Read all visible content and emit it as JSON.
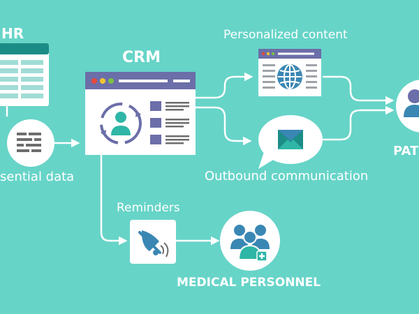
{
  "labels": {
    "ehr": "HR",
    "essential_data": "sential data",
    "crm": "CRM",
    "personalized_content": "Personalized content",
    "outbound_communication": "Outbound communication",
    "patient": "PAT",
    "reminders": "Reminders",
    "medical_personnel": "MEDICAL PERSONNEL"
  },
  "colors": {
    "background": "#67d4c8",
    "dark_teal": "#1c8c87",
    "text_white": "#ffffff",
    "window_bar": "#6b6ea8",
    "panel_white": "#ffffff",
    "icon_blue": "#3a87b4",
    "gray_block": "#6d6d6d",
    "accent_green": "#2fb6a6"
  },
  "icons": {
    "crm_window_icon": "crm-window-icon",
    "refresh_user_icon": "refresh-user-icon",
    "globe_icon": "globe-icon",
    "envelope_icon": "envelope-icon",
    "bell_icon": "bell-icon",
    "group_icon": "medical-group-icon",
    "patient_icon": "patient-icon"
  }
}
